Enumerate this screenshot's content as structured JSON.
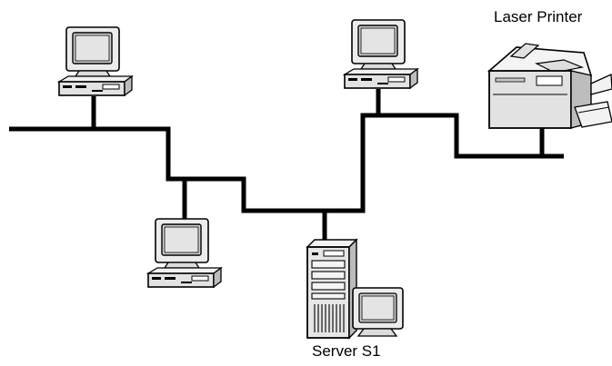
{
  "labels": {
    "laser_printer": "Laser Printer",
    "server": "Server S1"
  },
  "devices": [
    {
      "id": "workstation-1",
      "kind": "workstation-icon"
    },
    {
      "id": "workstation-2",
      "kind": "workstation-icon"
    },
    {
      "id": "workstation-3",
      "kind": "workstation-icon"
    },
    {
      "id": "server-s1",
      "kind": "server-tower-icon"
    },
    {
      "id": "laser-printer",
      "kind": "laser-printer-icon"
    }
  ],
  "colors": {
    "cable": "#000000",
    "device_fill": "#e8e8e8",
    "screen": "#c8c8c8",
    "outline": "#000000"
  }
}
